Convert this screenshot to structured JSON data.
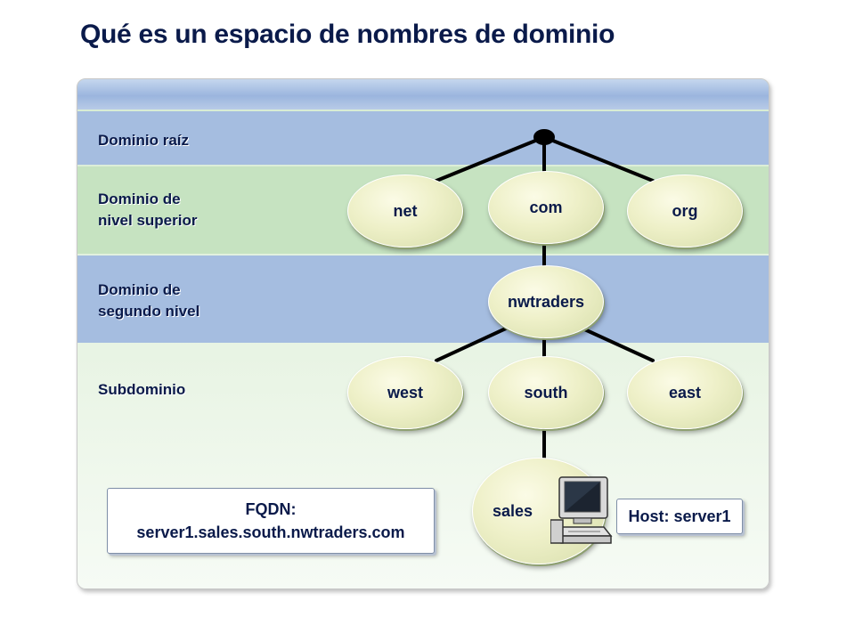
{
  "title": "Qué es un espacio de nombres de dominio",
  "levels": {
    "root": "Dominio raíz",
    "top": "Dominio de\nnivel superior",
    "second": "Dominio de\nsegundo nivel",
    "sub": "Subdominio"
  },
  "nodes": {
    "net": "net",
    "com": "com",
    "org": "org",
    "nwtraders": "nwtraders",
    "west": "west",
    "south": "south",
    "east": "east",
    "sales": "sales"
  },
  "callouts": {
    "fqdn_line1": "FQDN:",
    "fqdn_line2": "server1.sales.south.nwtraders.com",
    "host": "Host: server1"
  },
  "colors": {
    "band_blue": "#a5bde0",
    "band_green": "#c6e3c1",
    "text": "#0a1a4a",
    "node_fill": "#eef0c8"
  }
}
